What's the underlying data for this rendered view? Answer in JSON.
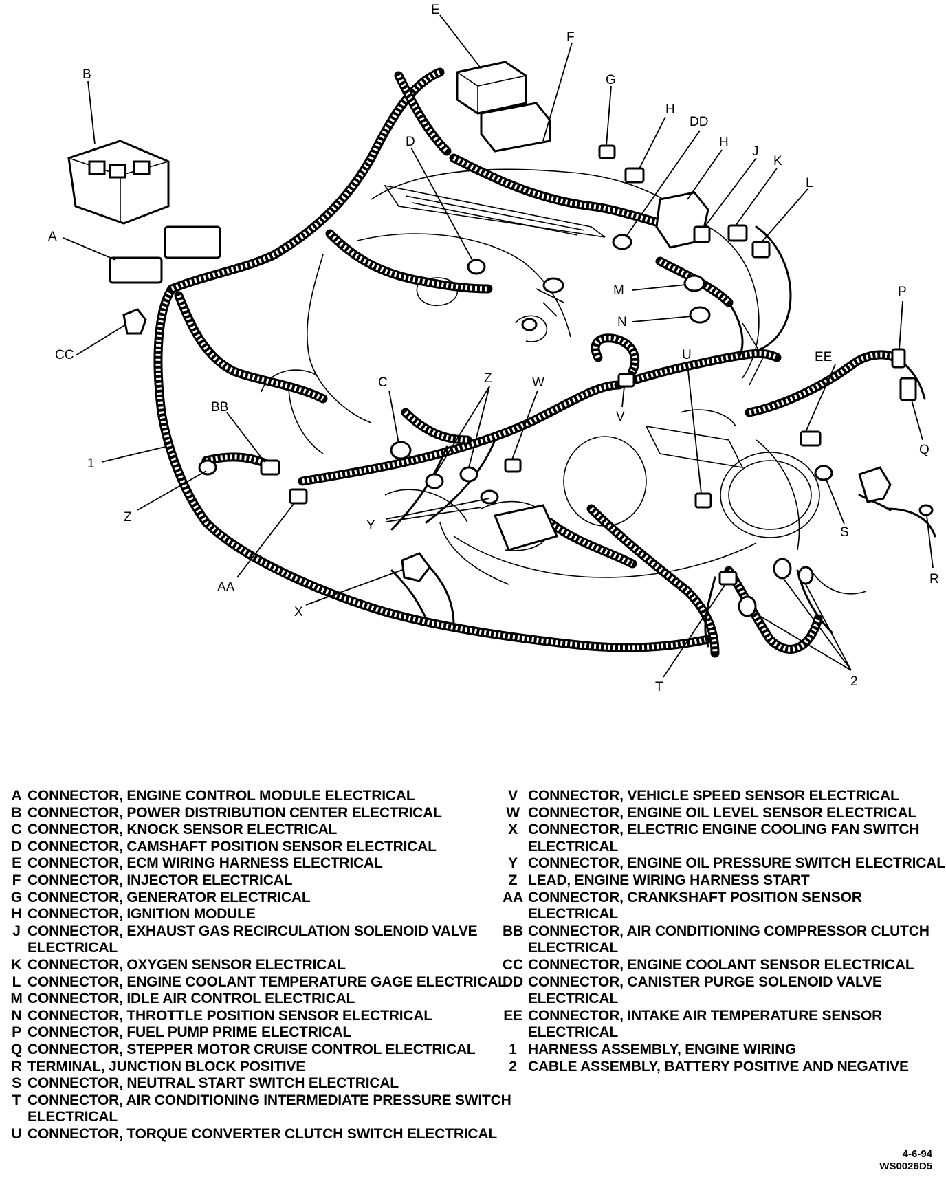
{
  "callouts": {
    "A": "A",
    "B": "B",
    "C": "C",
    "D": "D",
    "E": "E",
    "F": "F",
    "G": "G",
    "H1": "H",
    "H2": "H",
    "DD": "DD",
    "J": "J",
    "K": "K",
    "L": "L",
    "M": "M",
    "N": "N",
    "P": "P",
    "Q": "Q",
    "R": "R",
    "S": "S",
    "T": "T",
    "U": "U",
    "V": "V",
    "W": "W",
    "X": "X",
    "Y": "Y",
    "Z1": "Z",
    "Z2": "Z",
    "AA": "AA",
    "BB": "BB",
    "CC": "CC",
    "EE": "EE",
    "one": "1",
    "two": "2"
  },
  "legend_left": [
    {
      "key": "A",
      "text": "CONNECTOR, ENGINE CONTROL MODULE ELECTRICAL"
    },
    {
      "key": "B",
      "text": "CONNECTOR, POWER DISTRIBUTION CENTER ELECTRICAL"
    },
    {
      "key": "C",
      "text": "CONNECTOR, KNOCK SENSOR ELECTRICAL"
    },
    {
      "key": "D",
      "text": "CONNECTOR, CAMSHAFT POSITION SENSOR ELECTRICAL"
    },
    {
      "key": "E",
      "text": "CONNECTOR, ECM WIRING HARNESS ELECTRICAL"
    },
    {
      "key": "F",
      "text": "CONNECTOR, INJECTOR ELECTRICAL"
    },
    {
      "key": "G",
      "text": "CONNECTOR, GENERATOR ELECTRICAL"
    },
    {
      "key": "H",
      "text": "CONNECTOR, IGNITION MODULE"
    },
    {
      "key": "J",
      "text": "CONNECTOR, EXHAUST GAS RECIRCULATION SOLENOID VALVE ELECTRICAL"
    },
    {
      "key": "K",
      "text": "CONNECTOR, OXYGEN SENSOR ELECTRICAL"
    },
    {
      "key": "L",
      "text": "CONNECTOR, ENGINE COOLANT TEMPERATURE GAGE ELECTRICAL"
    },
    {
      "key": "M",
      "text": "CONNECTOR, IDLE AIR CONTROL ELECTRICAL"
    },
    {
      "key": "N",
      "text": "CONNECTOR, THROTTLE POSITION SENSOR ELECTRICAL"
    },
    {
      "key": "P",
      "text": "CONNECTOR, FUEL PUMP PRIME ELECTRICAL"
    },
    {
      "key": "Q",
      "text": "CONNECTOR, STEPPER MOTOR CRUISE CONTROL ELECTRICAL"
    },
    {
      "key": "R",
      "text": "TERMINAL, JUNCTION BLOCK POSITIVE"
    },
    {
      "key": "S",
      "text": "CONNECTOR, NEUTRAL START SWITCH ELECTRICAL"
    },
    {
      "key": "T",
      "text": "CONNECTOR, AIR CONDITIONING INTERMEDIATE PRESSURE SWITCH ELECTRICAL"
    },
    {
      "key": "U",
      "text": "CONNECTOR, TORQUE CONVERTER CLUTCH SWITCH ELECTRICAL"
    }
  ],
  "legend_right": [
    {
      "key": "V",
      "text": "CONNECTOR, VEHICLE SPEED SENSOR ELECTRICAL"
    },
    {
      "key": "W",
      "text": "CONNECTOR, ENGINE OIL LEVEL SENSOR ELECTRICAL"
    },
    {
      "key": "X",
      "text": "CONNECTOR, ELECTRIC ENGINE COOLING FAN SWITCH ELECTRICAL"
    },
    {
      "key": "Y",
      "text": "CONNECTOR, ENGINE OIL PRESSURE SWITCH ELECTRICAL"
    },
    {
      "key": "Z",
      "text": "LEAD, ENGINE WIRING HARNESS START"
    },
    {
      "key": "AA",
      "text": "CONNECTOR, CRANKSHAFT POSITION SENSOR ELECTRICAL"
    },
    {
      "key": "BB",
      "text": "CONNECTOR, AIR CONDITIONING COMPRESSOR CLUTCH ELECTRICAL"
    },
    {
      "key": "CC",
      "text": "CONNECTOR, ENGINE COOLANT SENSOR ELECTRICAL"
    },
    {
      "key": "DD",
      "text": "CONNECTOR, CANISTER PURGE SOLENOID VALVE ELECTRICAL"
    },
    {
      "key": "EE",
      "text": "CONNECTOR, INTAKE AIR TEMPERATURE SENSOR ELECTRICAL"
    },
    {
      "key": "1",
      "text": "HARNESS ASSEMBLY, ENGINE WIRING"
    },
    {
      "key": "2",
      "text": "CABLE ASSEMBLY, BATTERY POSITIVE AND NEGATIVE"
    }
  ],
  "footnote": {
    "date": "4-6-94",
    "code": "WS0026D5"
  }
}
